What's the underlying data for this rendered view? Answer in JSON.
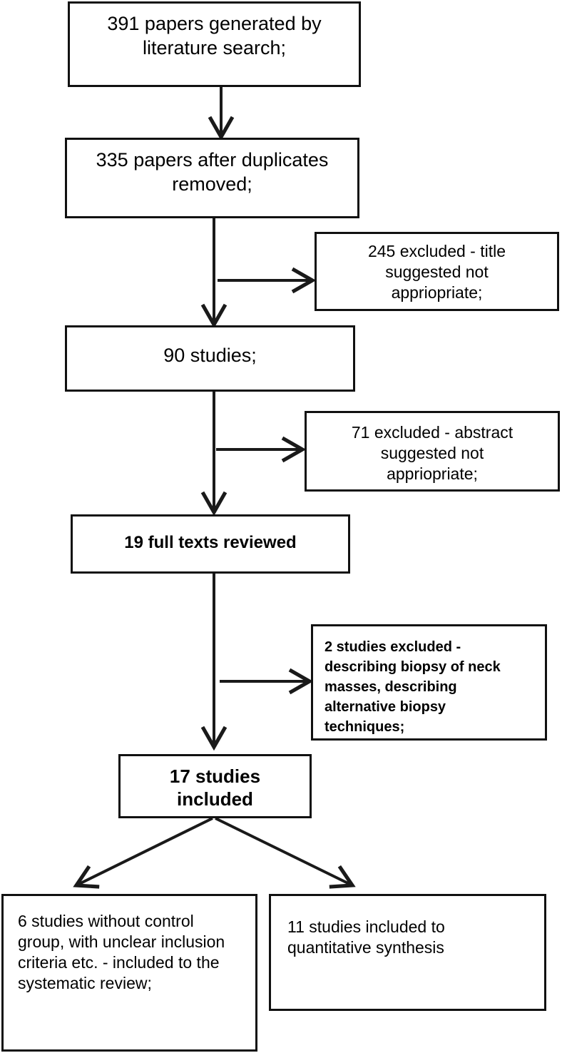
{
  "flowchart": {
    "boxes": {
      "search": "391 papers generated by\nliterature search;",
      "deduplicated": "335 papers after duplicates\nremoved;",
      "excluded_title": "245 excluded - title\nsuggested not\nappriopriate;",
      "studies_90": "90 studies;",
      "excluded_abstract": "71 excluded - abstract\nsuggested not\nappriopriate;",
      "full_texts": "19 full texts reviewed",
      "excluded_full_text": "2 studies excluded -\ndescribing biopsy of neck\nmasses, describing\nalternative biopsy\ntechniques;",
      "included": "17 studies\nincluded",
      "systematic_review": "6 studies without control\ngroup, with unclear inclusion\ncriteria etc. - included to the\nsystematic review;",
      "quantitative": "11 studies included to\nquantitative synthesis"
    },
    "colors": {
      "border": "#111111",
      "arrow": "#1a1a1a",
      "background": "#ffffff"
    }
  }
}
